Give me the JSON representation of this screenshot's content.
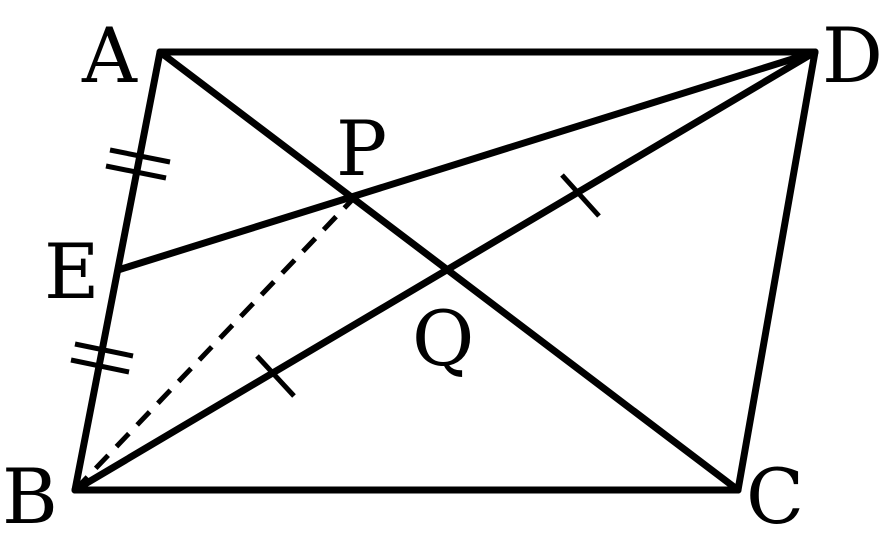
{
  "diagram": {
    "labels": {
      "A": "A",
      "B": "B",
      "C": "C",
      "D": "D",
      "E": "E",
      "P": "P",
      "Q": "Q"
    }
  }
}
